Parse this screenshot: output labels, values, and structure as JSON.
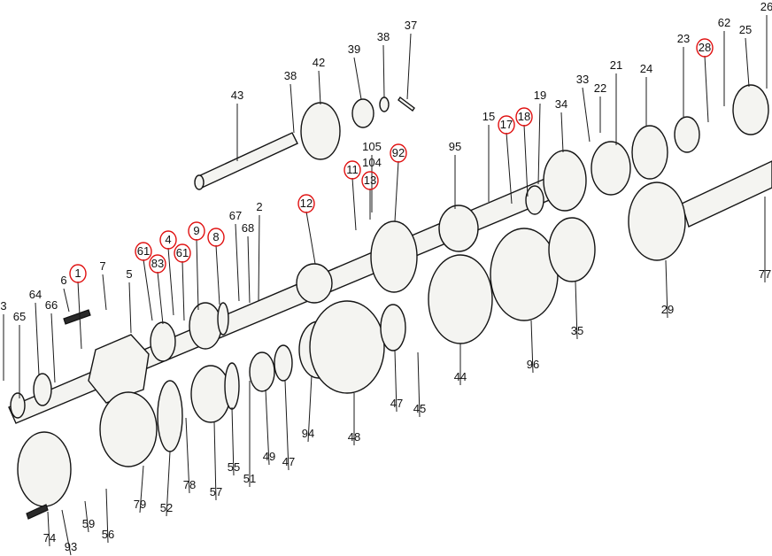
{
  "labels": [
    "43",
    "38",
    "42",
    "39",
    "38",
    "37",
    "15",
    "17",
    "18",
    "19",
    "34",
    "33",
    "22",
    "21",
    "24",
    "23",
    "28",
    "62",
    "25",
    "105",
    "104",
    "13",
    "11",
    "92",
    "95",
    "12",
    "2",
    "67",
    "68",
    "61",
    "83",
    "4",
    "61",
    "9",
    "8",
    "1",
    "6",
    "7",
    "5",
    "64",
    "66",
    "65",
    "3",
    "79",
    "52",
    "78",
    "57",
    "55",
    "51",
    "49",
    "47",
    "94",
    "48",
    "47",
    "45",
    "44",
    "96",
    "35",
    "29",
    "77",
    "59",
    "56",
    "74",
    "93",
    "26"
  ],
  "circled": [
    "1",
    "61",
    "83",
    "4",
    "61",
    "9",
    "8",
    "12",
    "11",
    "13",
    "92",
    "17",
    "18",
    "28"
  ],
  "colors": {
    "ink": "#141414",
    "paper": "#ffffff",
    "circle": "#e01010"
  }
}
